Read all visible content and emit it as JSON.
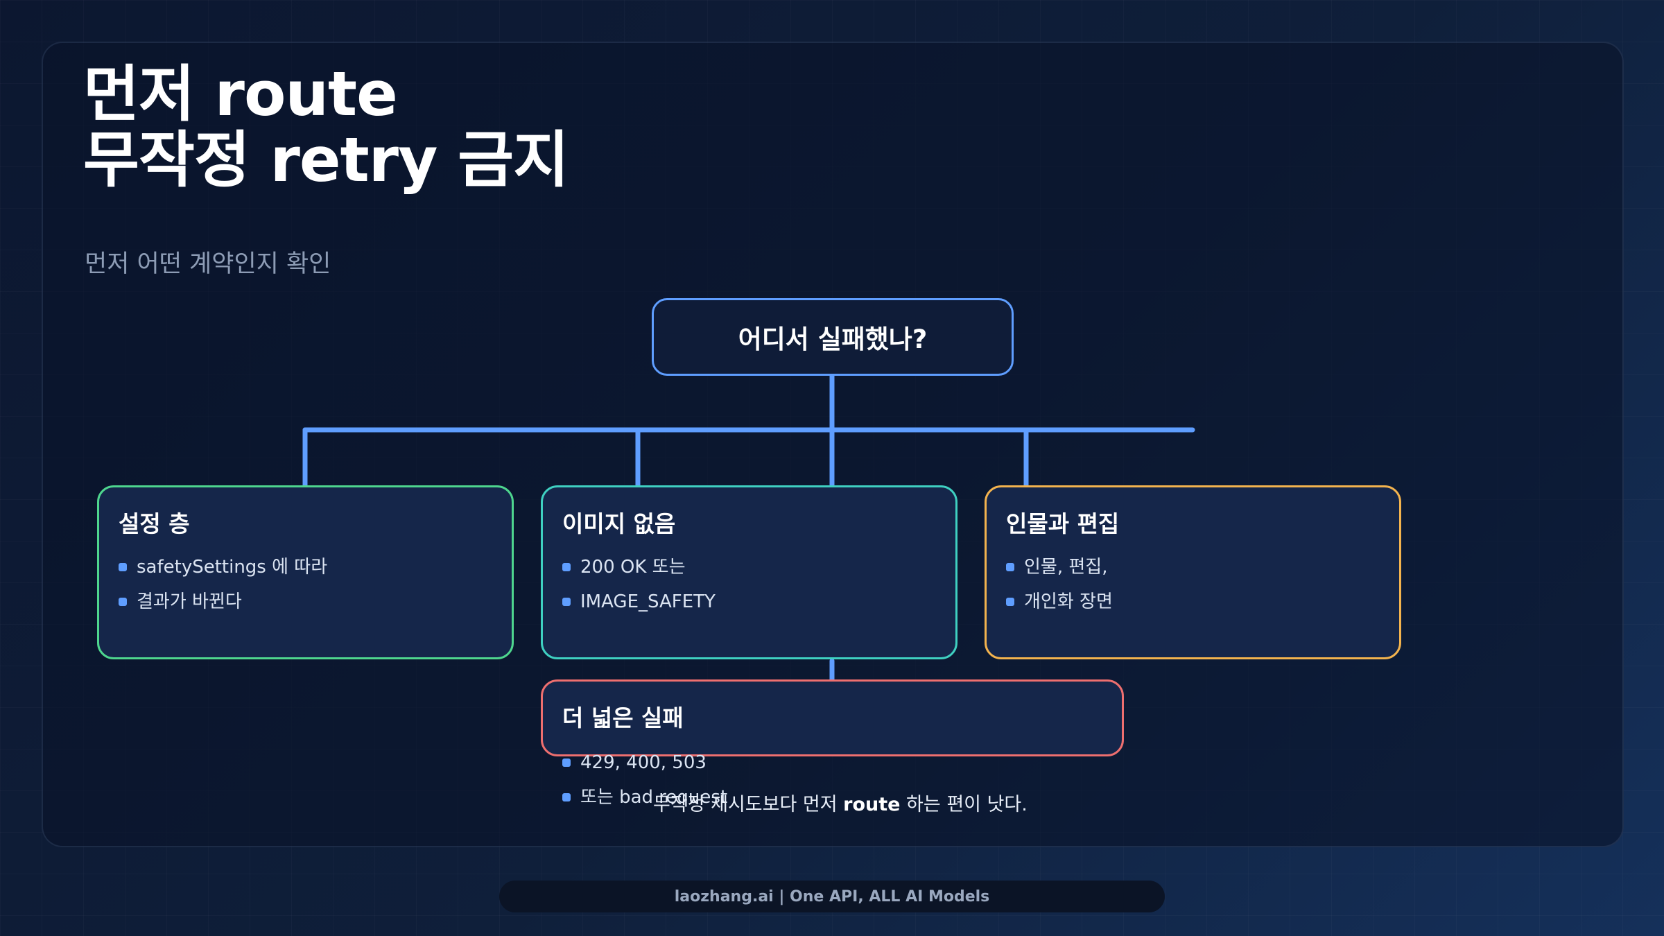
{
  "title": {
    "line1": "먼저 route",
    "line2": "무작정 retry 금지"
  },
  "subtitle": "먼저 어떤 계약인지 확인",
  "root_node": {
    "label": "어디서 실패했나?"
  },
  "branches": [
    {
      "title": "설정 층",
      "items": [
        "safetySettings 에 따라",
        "결과가 바뀐다"
      ],
      "border_color": "#4ed68e"
    },
    {
      "title": "이미지 없음",
      "items": [
        "200 OK 또는",
        "IMAGE_SAFETY"
      ],
      "border_color": "#3fd0c1"
    },
    {
      "title": "인물과 편집",
      "items": [
        "인물, 편집,",
        "개인화 장면"
      ],
      "border_color": "#f3b34e"
    },
    {
      "title": "더 넓은 실패",
      "items": [
        "429, 400, 503",
        "또는 bad request"
      ],
      "border_color": "#ee6f6f"
    }
  ],
  "note": {
    "prefix": "무작정 재시도보다 먼저 ",
    "emphasis": "route",
    "suffix": " 하는 편이 낫다."
  },
  "footer": "laozhang.ai | One API, ALL AI Models",
  "colors": {
    "connector": "#5f9eff",
    "bullet": "#5f9eff",
    "root_border": "#5f9eff"
  }
}
